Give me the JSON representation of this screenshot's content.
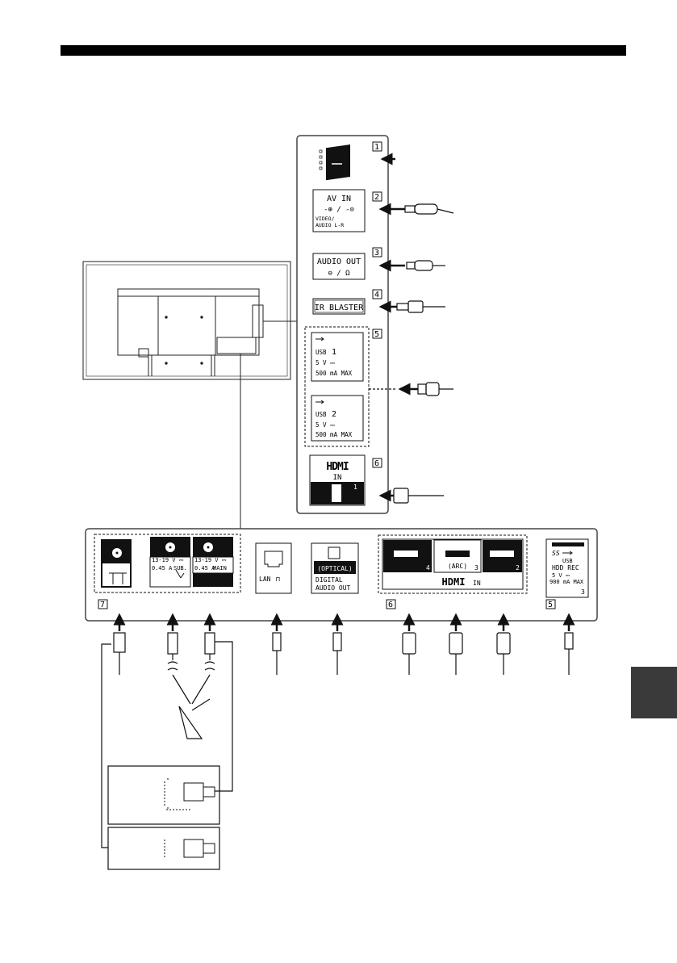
{
  "side_panel": {
    "av_in_title": "AV IN",
    "av_in_symbols": "-⊕ / -⊙",
    "av_in_line1": "VIDEO/",
    "av_in_line2": "AUDIO L-R",
    "audio_out_title": "AUDIO OUT",
    "audio_out_symbols": "⊖ / Ω",
    "ir_blaster": "IR BLASTER",
    "usb1_label": "USB",
    "usb1_num": "1",
    "usb1_volt": "5 V ⎓",
    "usb1_amp": "500 mA MAX",
    "usb2_label": "USB",
    "usb2_num": "2",
    "usb2_volt": "5 V ⎓",
    "usb2_amp": "500 mA MAX",
    "hdmi_logo": "HDMI",
    "hdmi_in": "IN",
    "hdmi_port_num": "1"
  },
  "side_numbers": [
    "1",
    "2",
    "3",
    "4",
    "5",
    "6"
  ],
  "bottom_panel": {
    "sat_sub_volt": "13-19 V ⎓",
    "sat_sub_amp": "0.45 A",
    "sat_sub_tag": "SUB.",
    "sat_main_volt": "13-19 V ⎓",
    "sat_main_amp": "0.45 A",
    "sat_main_tag": "MAIN",
    "lan": "LAN",
    "optical": "(OPTICAL)",
    "digital": "DIGITAL",
    "audio_out": "AUDIO OUT",
    "hdmi_arc": "(ARC)",
    "hdmi_num_4": "4",
    "hdmi_num_3": "3",
    "hdmi_num_2": "2",
    "hdmi_logo": "HDMI",
    "hdmi_in": "IN",
    "usb_ss": "SS",
    "usb_label": "USB",
    "usb_hdd": "HDD REC",
    "usb_volt": "5 V ⎓",
    "usb_amp": "900 mA MAX",
    "usb_num": "3"
  },
  "bottom_numbers": {
    "antenna": "7",
    "hdmi": "6",
    "usb": "5"
  },
  "colors": {
    "ink": "#111111",
    "tab": "#3a3a3a",
    "panel_border": "#444444"
  },
  "icons": [
    "satellite-dish-icon",
    "usb-icon",
    "lan-icon",
    "headphone-icon"
  ]
}
